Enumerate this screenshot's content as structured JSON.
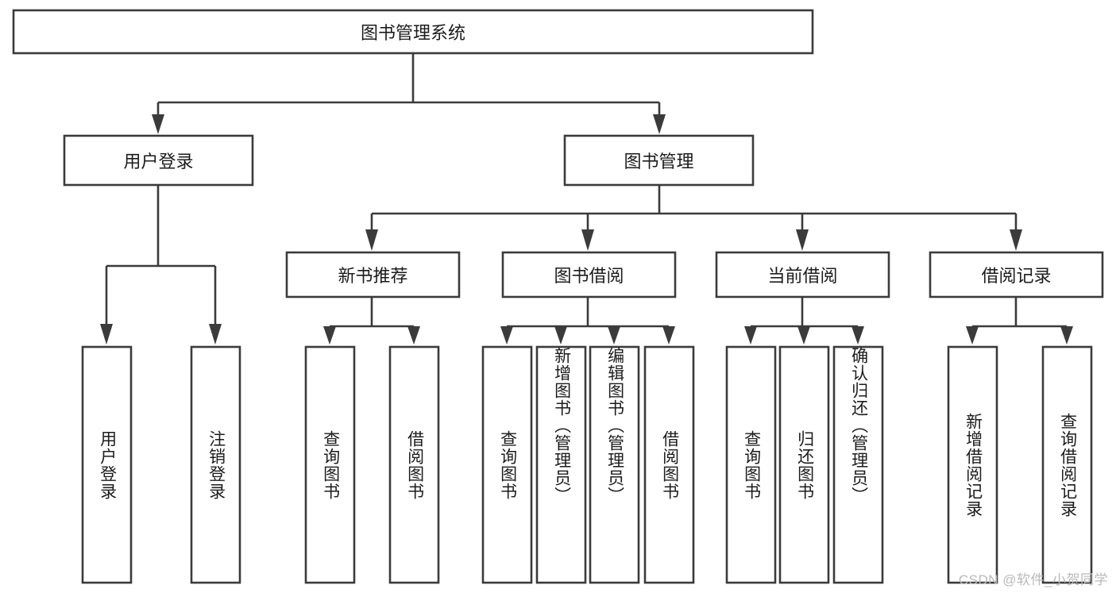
{
  "diagram": {
    "title": "图书管理系统",
    "type": "tree-hierarchy",
    "watermark": "CSDN @软件_小贺同学",
    "colors": {
      "stroke": "#3b3b3b",
      "fill": "#ffffff",
      "text": "#1c1c1c",
      "watermark": "#b9b9b9"
    },
    "root": {
      "label": "图书管理系统"
    },
    "level2": [
      {
        "label": "用户登录"
      },
      {
        "label": "图书管理"
      }
    ],
    "level3": [
      {
        "label": "新书推荐"
      },
      {
        "label": "图书借阅"
      },
      {
        "label": "当前借阅"
      },
      {
        "label": "借阅记录"
      }
    ],
    "leaves": {
      "user_login": [
        {
          "label": "用户登录"
        },
        {
          "label": "注销登录"
        }
      ],
      "new_book_recommend": [
        {
          "label": "查询图书"
        },
        {
          "label": "借阅图书"
        }
      ],
      "book_borrow": [
        {
          "label": "查询图书"
        },
        {
          "label": "新增图书（管理员）"
        },
        {
          "label": "编辑图书（管理员）"
        },
        {
          "label": "借阅图书"
        }
      ],
      "current_borrow": [
        {
          "label": "查询图书"
        },
        {
          "label": "归还图书"
        },
        {
          "label": "确认归还（管理员）"
        }
      ],
      "borrow_record": [
        {
          "label": "新增借阅记录"
        },
        {
          "label": "查询借阅记录"
        }
      ]
    }
  }
}
